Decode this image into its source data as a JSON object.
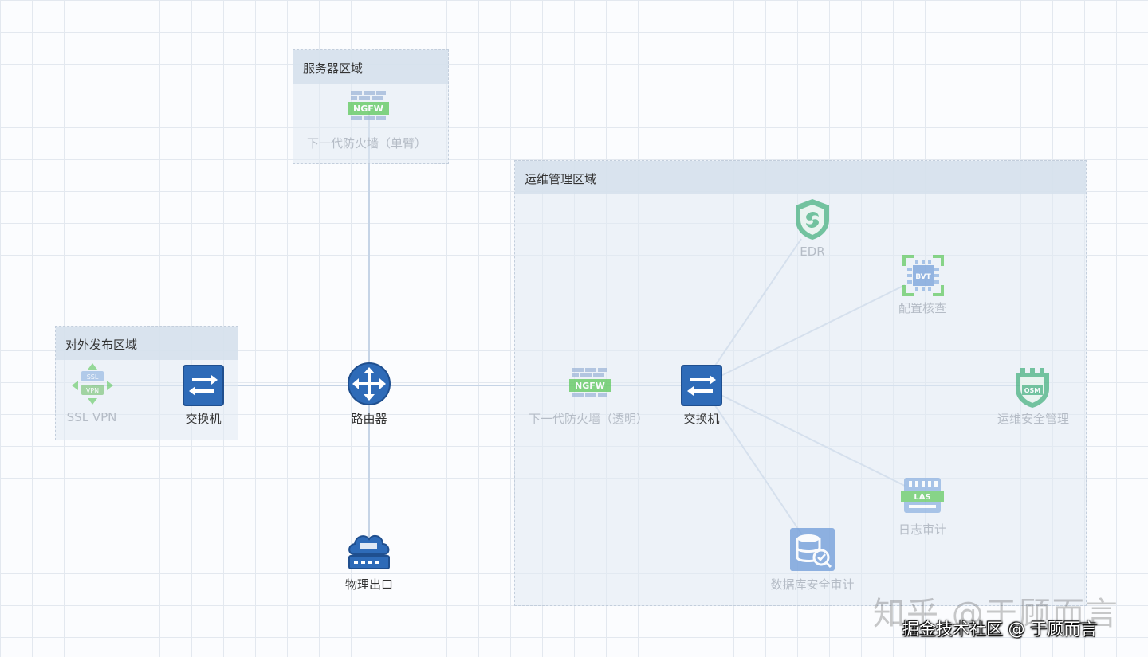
{
  "zones": {
    "server": "服务器区域",
    "ops": "运维管理区域",
    "external": "对外发布区域"
  },
  "nodes": {
    "ngfw_single": "下一代防火墙（单臂）",
    "ngfw_transparent": "下一代防火墙（透明）",
    "router": "路由器",
    "switch_ext": "交换机",
    "switch_ops": "交换机",
    "ssl_vpn": "SSL VPN",
    "physical_exit": "物理出口",
    "edr": "EDR",
    "config_check": "配置核查",
    "ops_security": "运维安全管理",
    "log_audit": "日志审计",
    "db_audit": "数据库安全审计"
  },
  "icon_text": {
    "ngfw": "NGFW",
    "bvt": "BVT",
    "osm": "OSM",
    "las": "LAS",
    "ssl": "SSL",
    "vpn": "VPN"
  },
  "watermark": {
    "line1": "知乎 @于顾而言",
    "line2": "掘金技术社区 @ 于顾而言"
  },
  "colors": {
    "accent_blue": "#2e6bb8",
    "ngfw_green": "#5cc85a",
    "link": "#c8d6e8"
  }
}
